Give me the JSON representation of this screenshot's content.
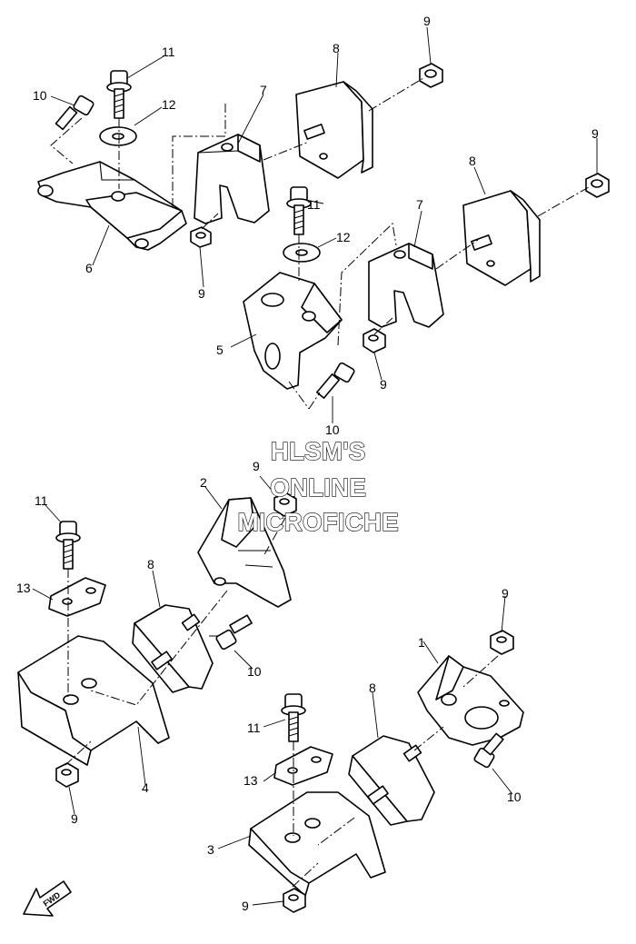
{
  "watermark": {
    "line1": "HLSM'S",
    "line2": "ONLINE",
    "line3": "MICROFICHE"
  },
  "fwd_label": "FWD",
  "callouts": [
    "9",
    "11",
    "8",
    "10",
    "12",
    "7",
    "9",
    "8",
    "6",
    "9",
    "11",
    "7",
    "12",
    "5",
    "9",
    "10",
    "9",
    "11",
    "2",
    "13",
    "8",
    "9",
    "10",
    "1",
    "4",
    "11",
    "8",
    "13",
    "9",
    "10",
    "3",
    "9"
  ]
}
